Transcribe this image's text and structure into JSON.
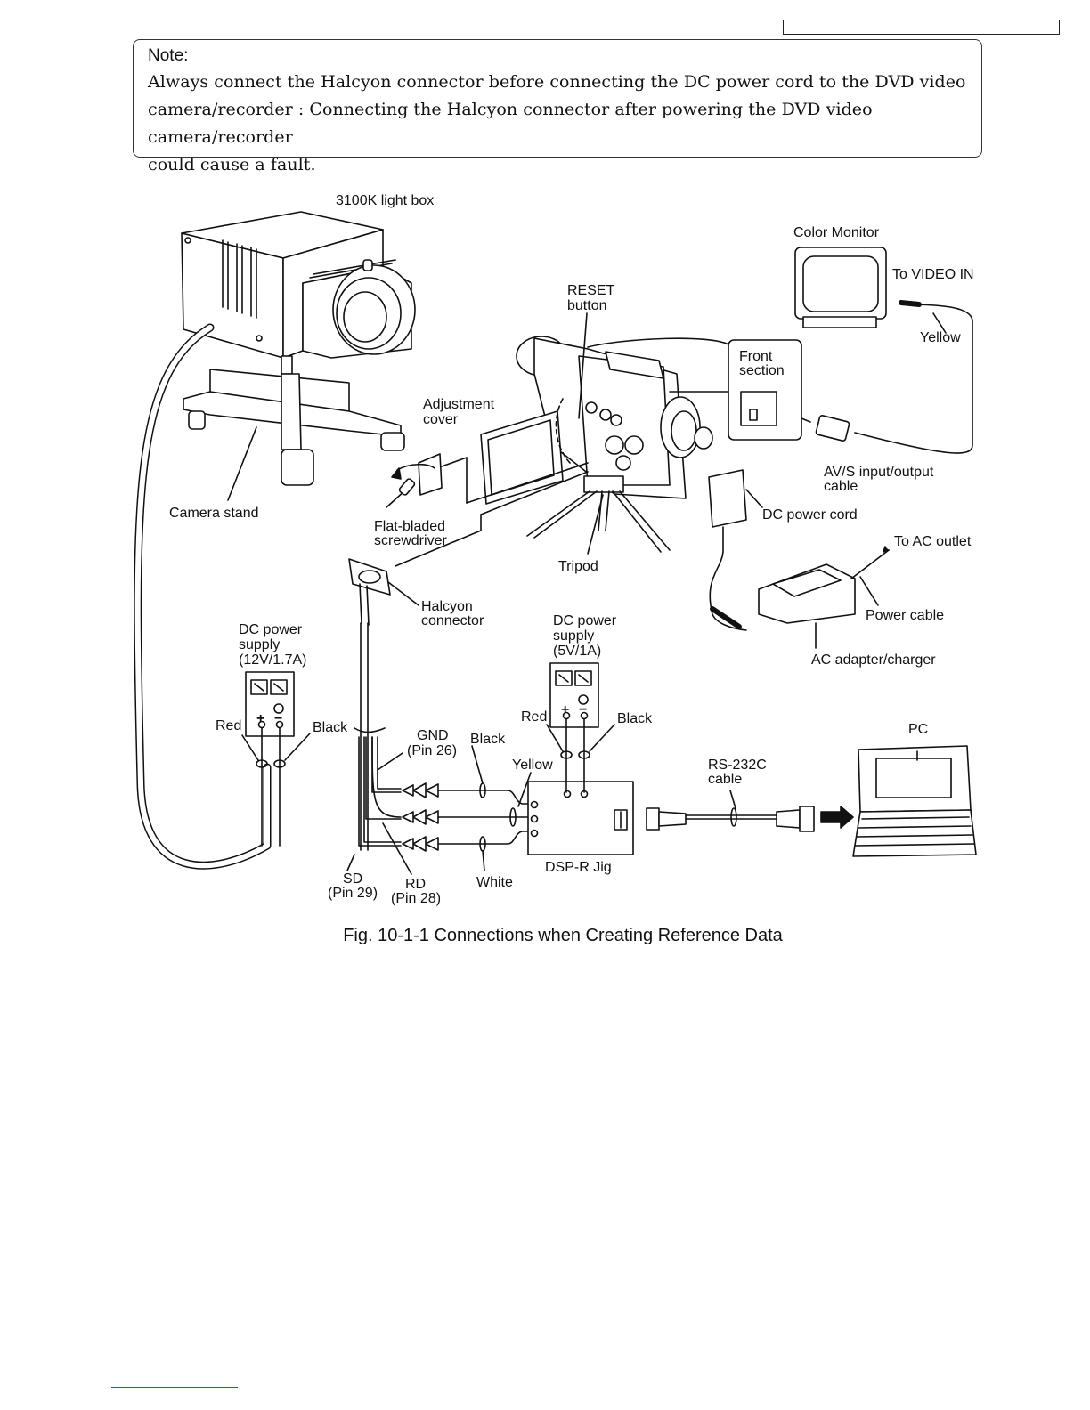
{
  "note": {
    "title": "Note:",
    "body_line1": "Always connect the Halcyon connector before connecting the DC power cord to the DVD video",
    "body_line2": "camera/recorder : Connecting the Halcyon connector after powering the DVD video camera/recorder",
    "body_line3": "could cause a fault."
  },
  "labels": {
    "light_box": "3100K light box",
    "color_monitor": "Color Monitor",
    "to_video_in": "To VIDEO IN",
    "yellow_top": "Yellow",
    "reset_1": "RESET",
    "reset_2": "button",
    "front_1": "Front",
    "front_2": "section",
    "adjust_1": "Adjustment",
    "adjust_2": "cover",
    "camera_stand": "Camera stand",
    "screwdriver_1": "Flat-bladed",
    "screwdriver_2": "screwdriver",
    "avs_1": "AV/S input/output",
    "avs_2": "cable",
    "dc_cord": "DC power cord",
    "to_ac": "To AC outlet",
    "tripod": "Tripod",
    "halcyon_1": "Halcyon",
    "halcyon_2": "connector",
    "power_cable": "Power cable",
    "ac_adapter": "AC adapter/charger",
    "dcps12_1": "DC power",
    "dcps12_2": "supply",
    "dcps12_3": "(12V/1.7A)",
    "dcps5_1": "DC power",
    "dcps5_2": "supply",
    "dcps5_3": "(5V/1A)",
    "red_left": "Red",
    "black_left": "Black",
    "gnd_1": "GND",
    "gnd_2": "(Pin 26)",
    "black_mid": "Black",
    "red_mid": "Red",
    "black_right": "Black",
    "yellow_mid": "Yellow",
    "pc": "PC",
    "rs232_1": "RS-232C",
    "rs232_2": "cable",
    "dsp_jig": "DSP-R Jig",
    "sd_1": "SD",
    "sd_2": "(Pin 29)",
    "rd_1": "RD",
    "rd_2": "(Pin 28)",
    "white": "White",
    "plus": "+",
    "minus": "−"
  },
  "caption": "Fig. 10-1-1 Connections when Creating Reference Data"
}
